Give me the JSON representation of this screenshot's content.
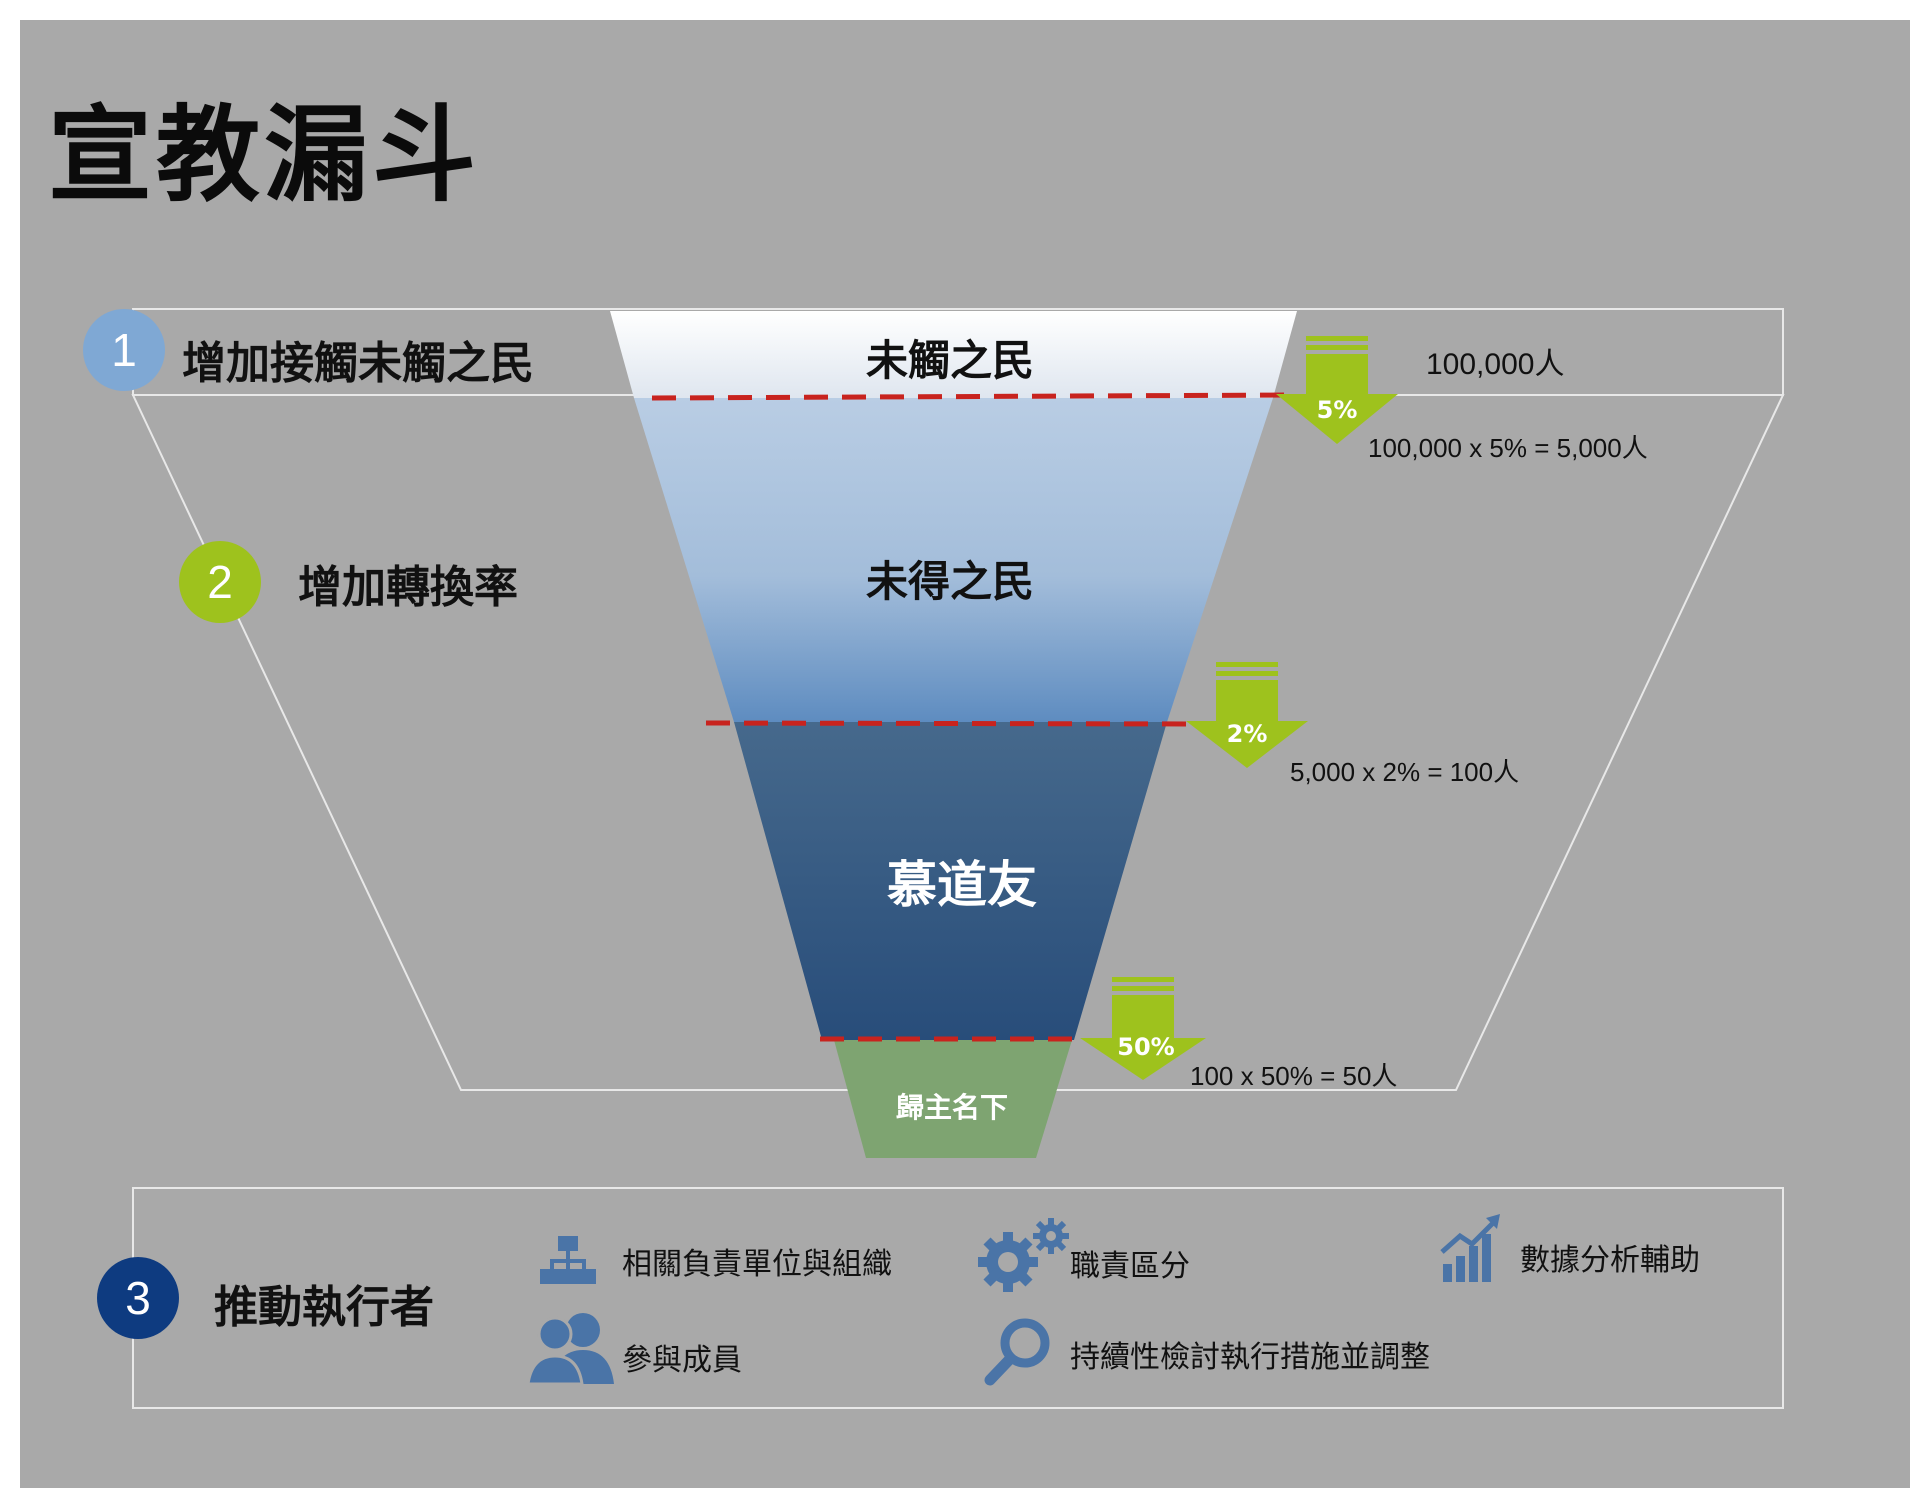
{
  "title": "宣教漏斗",
  "steps": [
    {
      "number": "1",
      "label": "增加接觸未觸之民",
      "color": "#7fa8d4"
    },
    {
      "number": "2",
      "label": "增加轉換率",
      "color": "#9ec21d"
    },
    {
      "number": "3",
      "label": "推動執行者",
      "color": "#0e3b80"
    }
  ],
  "funnel": {
    "stages": [
      {
        "label": "未觸之民",
        "color": "#ffffff"
      },
      {
        "label": "未得之民",
        "color": "#b6cbe3"
      },
      {
        "label": "慕道友",
        "color": "#3a6690"
      },
      {
        "label": "歸主名下",
        "color": "#7ea471"
      }
    ],
    "start_count": "100,000人",
    "conversions": [
      {
        "rate": "5%",
        "calc": "100,000 x 5% = 5,000人"
      },
      {
        "rate": "2%",
        "calc": "5,000 x 2% = 100人"
      },
      {
        "rate": "50%",
        "calc": "100 x 50% = 50人"
      }
    ],
    "arrow_color": "#9ec21d",
    "dash_color": "#c8231e"
  },
  "actors": [
    {
      "icon": "org-chart-icon",
      "label": "相關負責單位與組織"
    },
    {
      "icon": "gears-icon",
      "label": "職責區分"
    },
    {
      "icon": "analytics-chart-icon",
      "label": "數據分析輔助"
    },
    {
      "icon": "people-icon",
      "label": "參與成員"
    },
    {
      "icon": "magnifier-icon",
      "label": "持續性檢討執行措施並調整"
    }
  ],
  "icon_color": "#4a74a7"
}
